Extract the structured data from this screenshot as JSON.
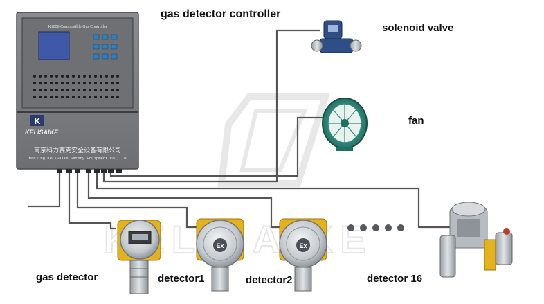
{
  "labels": {
    "controller": "gas detector controller",
    "valve": "solenoid valve",
    "fan": "fan",
    "gas_detector": "gas detector",
    "detector1": "detector1",
    "detector2": "detector2",
    "detector16": "detector 16"
  },
  "controller_panel": {
    "screen_title": "K1000 Combustible Gas Controller",
    "brand": "KELISAIKE",
    "logo_letter": "K",
    "company_cn": "南京科力赛克安全设备有限公司",
    "company_en": "NanJing KeLiSaiKe Safety Equipment CO.,LTD"
  },
  "watermark": {
    "text": "KELISAIKE"
  },
  "device_marks": {
    "ex": "Ex"
  },
  "colors": {
    "controller_body": "#7d7e82",
    "screen": "#3f59a8",
    "wire": "#555555",
    "fan_green": "#2f8d7d",
    "valve_blue": "#2d4f86",
    "detector_body": "#b7bcc0",
    "detector_yellow": "#e3b21d"
  }
}
